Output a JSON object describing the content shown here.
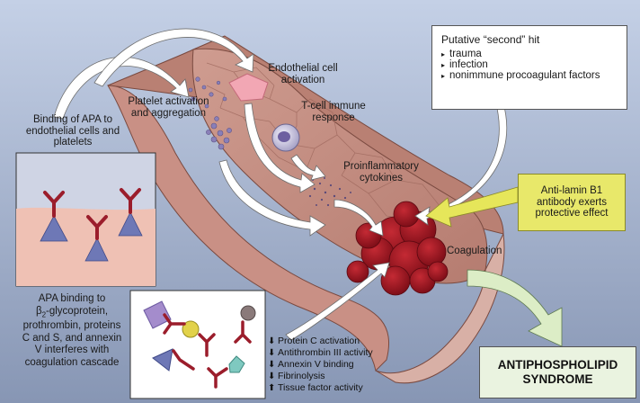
{
  "labels": {
    "binding_apa": "Binding of APA to endothelial cells and platelets",
    "platelet": "Platelet activation and aggregation",
    "endothelial": "Endothelial cell activation",
    "tcell": "T-cell immune response",
    "proinflammatory": "Proinflammatory cytokines",
    "coagulation": "Coagulation",
    "apa_glyco_pre": "APA binding to",
    "apa_glyco_beta": "β",
    "apa_glyco_sub": "2",
    "apa_glyco_post": "-glycoprotein,",
    "apa_glyco_rest": "prothrombin, proteins C and S, and annexin V interferes with coagulation cascade"
  },
  "second_hit": {
    "title": "Putative “second” hit",
    "items": [
      "trauma",
      "infection",
      "nonimmune procoagulant factors"
    ]
  },
  "lamin": {
    "text": "Anti-lamin B1 antibody exerts protective effect"
  },
  "outcome": {
    "text": "ANTIPHOSPHOLIPID SYNDROME"
  },
  "effects": [
    {
      "dir": "down",
      "arrow": "⬇",
      "text": "Protein C activation"
    },
    {
      "dir": "down",
      "arrow": "⬇",
      "text": "Antithrombin III activity"
    },
    {
      "dir": "down",
      "arrow": "⬇",
      "text": "Annexin V binding"
    },
    {
      "dir": "down",
      "arrow": "⬇",
      "text": "Fibrinolysis"
    },
    {
      "dir": "up",
      "arrow": "⬆",
      "text": "Tissue factor activity"
    }
  ],
  "colors": {
    "background_top": "#c4d0e6",
    "background_bottom": "#8796b4",
    "vessel_wall": "#c9958a",
    "vessel_inner": "#d8b0a6",
    "clot": "#9e1420",
    "antibody": "#9b1d2b",
    "receptor": "#6e78b6",
    "lamin_box": "#e8e86a",
    "outcome_box": "#eaf3e0",
    "arrow_fill": "#ffffff",
    "yellow_arrow": "#e6e65a",
    "green_arrow": "#dcedc6"
  }
}
